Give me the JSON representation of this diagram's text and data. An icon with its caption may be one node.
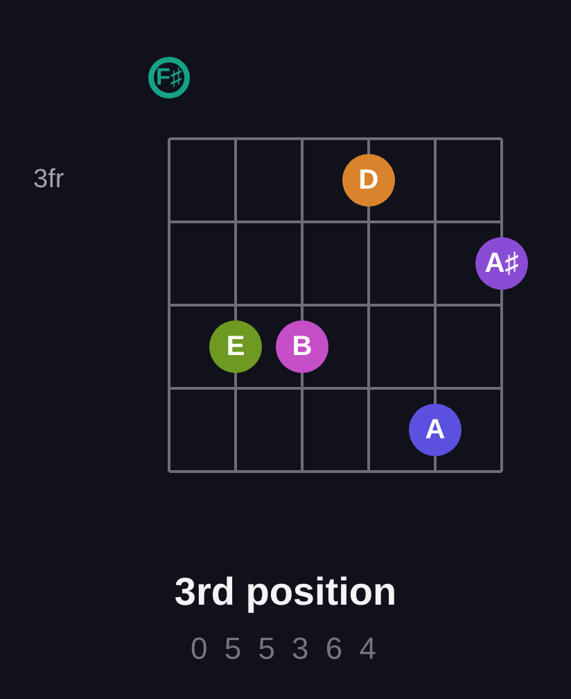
{
  "diagram": {
    "title": "3rd position",
    "nodes": [
      {
        "text": [
          "F♯"
        ]
      },
      {
        "text": [
          "D"
        ]
      },
      {
        "text": [
          "A♯"
        ]
      },
      {
        "text": [
          "E"
        ]
      },
      {
        "text": [
          "B"
        ]
      },
      {
        "text": [
          "A"
        ]
      }
    ],
    "labels": [
      "3fr",
      "0 5 5 3 6 4"
    ]
  }
}
